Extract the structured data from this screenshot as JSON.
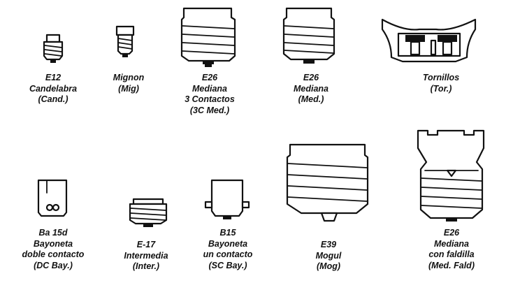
{
  "bulbs": [
    {
      "id": "e12",
      "lines": [
        "E12",
        "Candelabra",
        "(Cand.)"
      ]
    },
    {
      "id": "mignon",
      "lines": [
        "Mignon",
        "(Mig)"
      ]
    },
    {
      "id": "e26-3c",
      "lines": [
        "E26",
        "Mediana",
        "3 Contactos",
        "(3C Med.)"
      ]
    },
    {
      "id": "e26-med",
      "lines": [
        "E26",
        "Mediana",
        "(Med.)"
      ]
    },
    {
      "id": "tornillos",
      "lines": [
        "Tornillos",
        "(Tor.)"
      ]
    },
    {
      "id": "ba15d",
      "lines": [
        "Ba 15d",
        "Bayoneta",
        "doble contacto",
        "(DC Bay.)"
      ]
    },
    {
      "id": "e17",
      "lines": [
        "E-17",
        "Intermedia",
        "(Inter.)"
      ]
    },
    {
      "id": "b15",
      "lines": [
        "B15",
        "Bayoneta",
        "un contacto",
        "(SC Bay.)"
      ]
    },
    {
      "id": "e39",
      "lines": [
        "E39",
        "Mogul",
        "(Mog)"
      ]
    },
    {
      "id": "e26-fald",
      "lines": [
        "E26",
        "Mediana",
        "con faldilla",
        "(Med. Fald)"
      ]
    }
  ]
}
